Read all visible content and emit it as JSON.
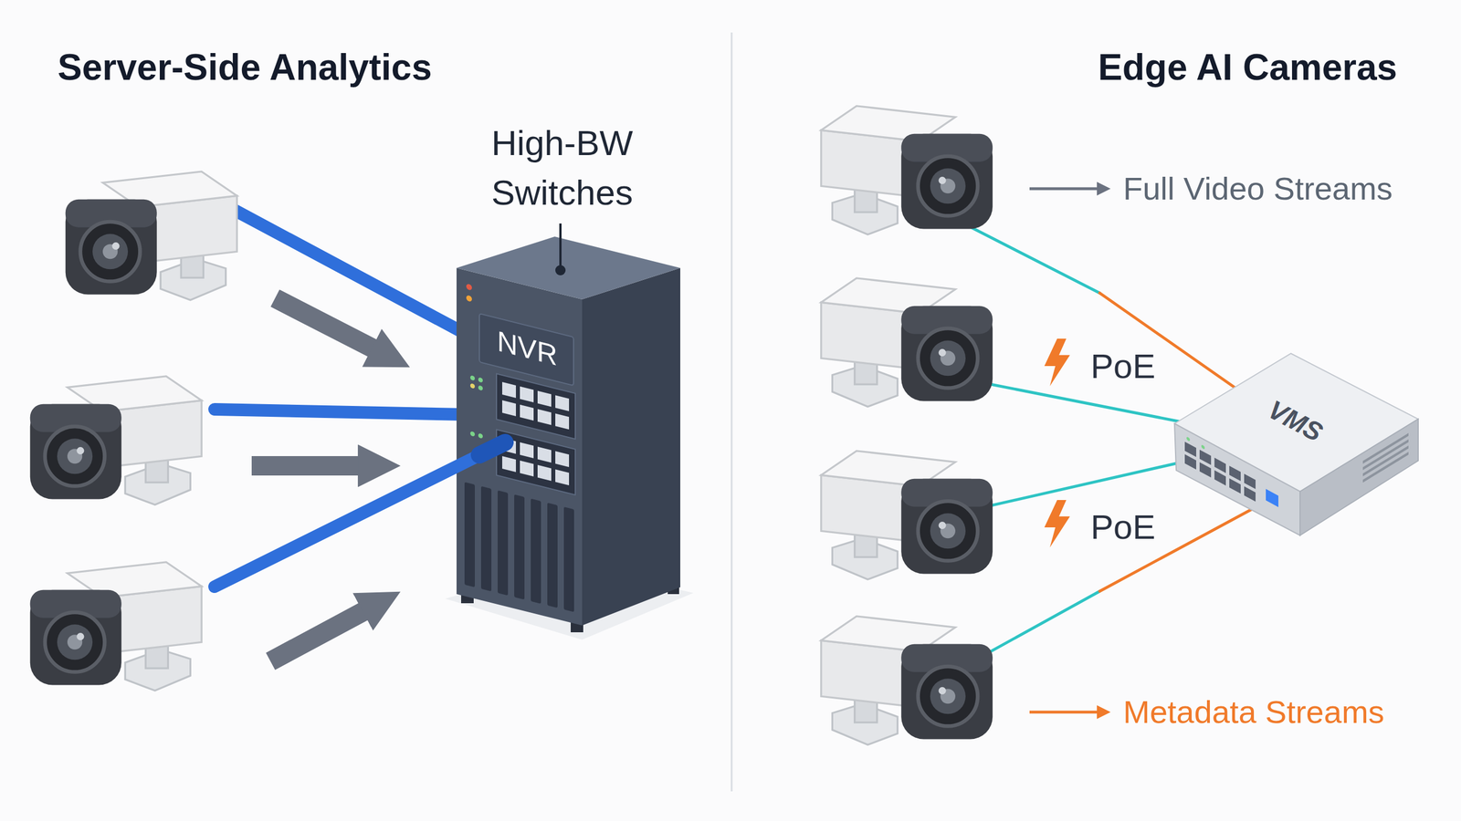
{
  "diagram": {
    "nodes": [
      {
        "text": [
          "High-BW Switches",
          "NVR"
        ]
      },
      {
        "text": [
          "VMS"
        ]
      }
    ],
    "labels": [
      "Server-Side Analytics",
      "Edge AI Cameras",
      "PoE",
      "PoE"
    ],
    "legend": [
      {
        "text": "Full Video Streams"
      },
      {
        "text": "Metadata Streams"
      }
    ]
  }
}
